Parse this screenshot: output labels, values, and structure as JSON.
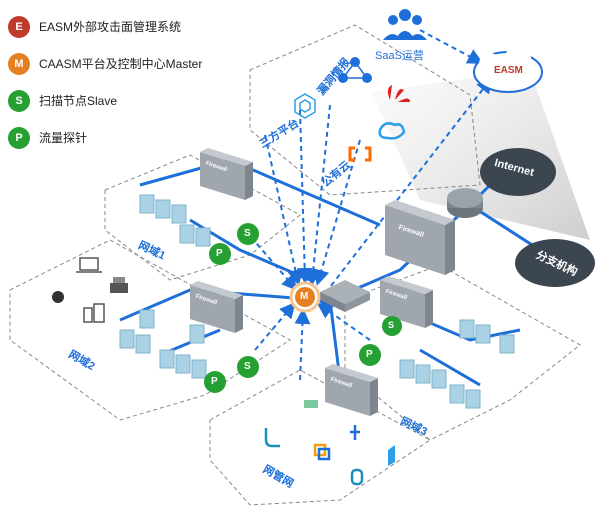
{
  "legend": [
    {
      "badge": "E",
      "color": "#c0392b",
      "label": "EASM外部攻击面管理系统"
    },
    {
      "badge": "M",
      "color": "#e67e22",
      "label": "CAASM平台及控制中心Master"
    },
    {
      "badge": "S",
      "color": "#27a033",
      "label": "扫描节点Slave"
    },
    {
      "badge": "P",
      "color": "#27a033",
      "label": "流量探针"
    }
  ],
  "labels": {
    "saas": "SaaS运营",
    "easm_cloud": "EASM",
    "vuln_intel": "漏洞情报",
    "third_party": "三方平台",
    "public_cloud": "公有云",
    "internet": "Internet",
    "branch": "分支机构",
    "domain1": "网域1",
    "domain2": "网域2",
    "domain3": "网域3",
    "mgmt_net": "网管网",
    "firewall": "Firewall"
  },
  "badges": {
    "m": "M",
    "s": "S",
    "p": "P"
  },
  "colors": {
    "blue": "#1e6fd9",
    "orange": "#e67e22",
    "green": "#27a033",
    "red": "#c0392b",
    "gray": "#8e959c"
  }
}
